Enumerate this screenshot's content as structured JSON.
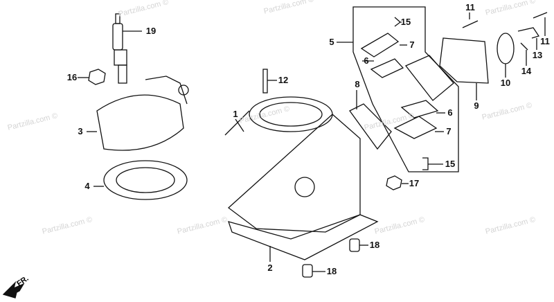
{
  "watermark": "Partzilla.com ©",
  "front_marker": "FR.",
  "callouts": {
    "c19": "19",
    "c16": "16",
    "c3": "3",
    "c4": "4",
    "c12": "12",
    "c1": "1",
    "c2": "2",
    "c18a": "18",
    "c18b": "18",
    "c17": "17",
    "c5": "5",
    "c15a": "15",
    "c7a": "7",
    "c6a": "6",
    "c8": "8",
    "c6b": "6",
    "c7b": "7",
    "c15b": "15",
    "c11a": "11",
    "c11b": "11",
    "c13": "13",
    "c14": "14",
    "c10": "10",
    "c9": "9"
  }
}
